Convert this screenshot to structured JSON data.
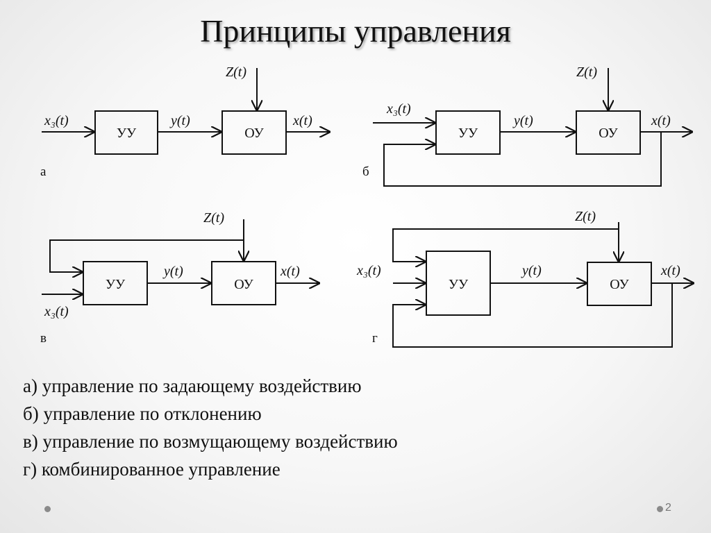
{
  "title": "Принципы управления",
  "blocks": {
    "controller": "УУ",
    "plant": "ОУ"
  },
  "signals": {
    "setpoint": "x₃(t)",
    "control": "y(t)",
    "output": "x(t)",
    "disturbance": "Z(t)"
  },
  "panel_labels": [
    "а",
    "б",
    "в",
    "г"
  ],
  "captions": [
    "а) управление по задающему воздействию",
    "б) управление по отклонению",
    "в) управление по возмущающему воздействию",
    "г) комбинированное управление"
  ],
  "page_number": "2",
  "colors": {
    "line": "#111111",
    "dots": "#8a8a8a",
    "page_number": "#777777"
  }
}
